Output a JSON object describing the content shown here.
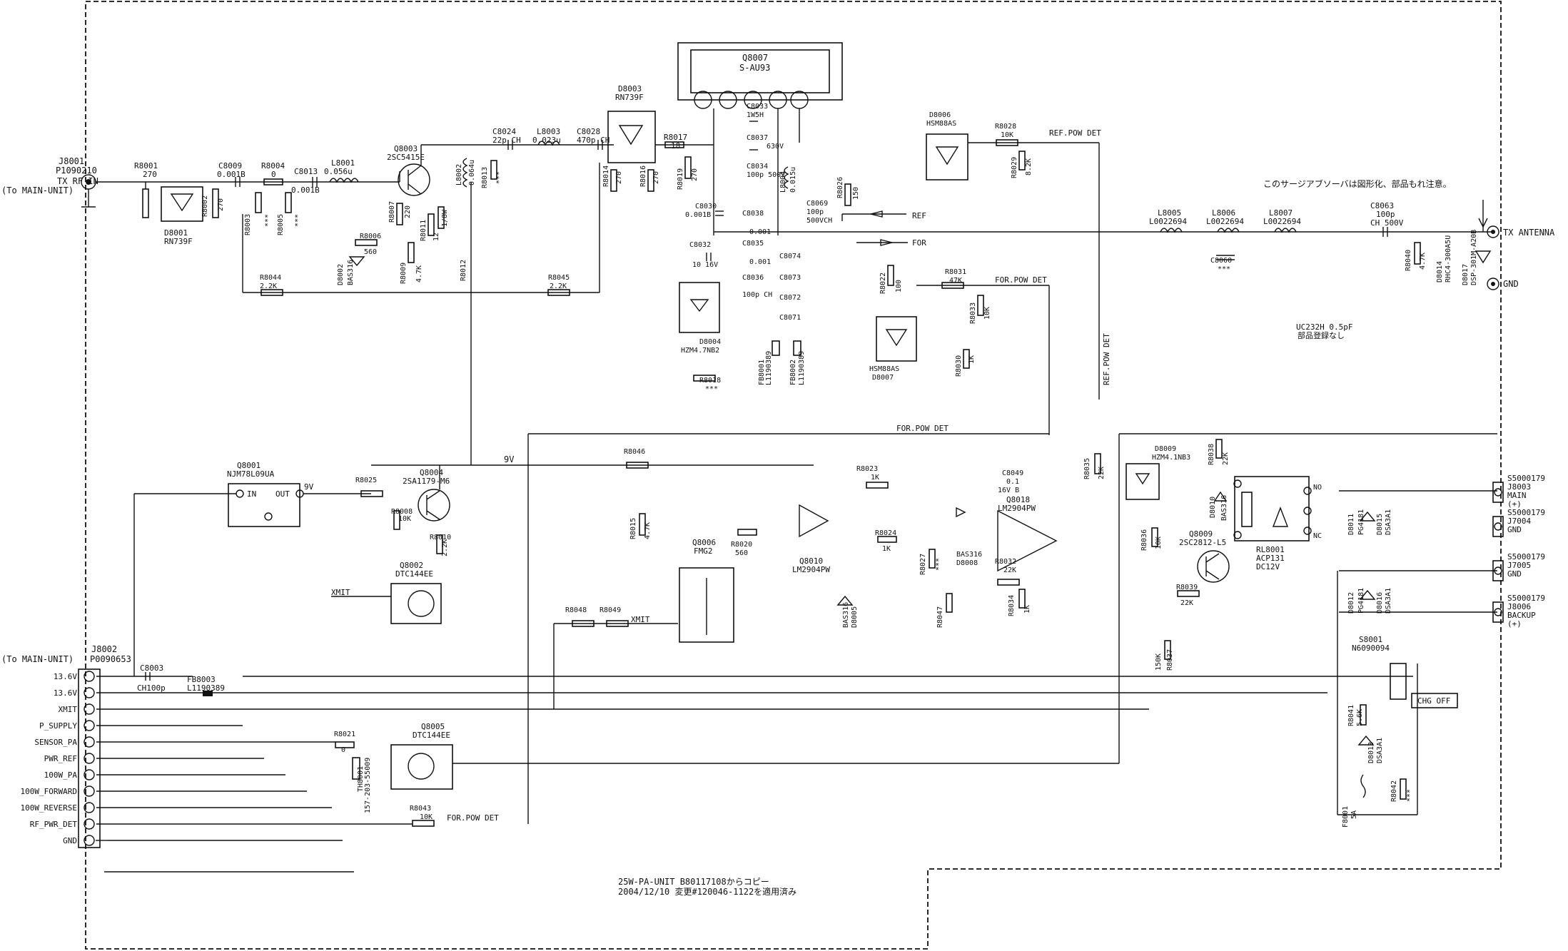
{
  "connectors": {
    "j8001": {
      "ref": "J8001",
      "part": "P1090210",
      "signal": "TX RF IN",
      "dest": "(To MAIN-UNIT)"
    },
    "j8002": {
      "ref": "J8002",
      "part": "P0090653",
      "dest": "(To MAIN-UNIT)"
    },
    "j8002_pins": [
      "13.6V",
      "13.6V",
      "XMIT",
      "P_SUPPLY",
      "SENSOR_PA",
      "PWR_REF",
      "100W_PA",
      "100W_FORWARD",
      "100W_REVERSE",
      "RF_PWR_DET",
      "GND"
    ],
    "tx_antenna": "TX ANTENNA",
    "gnd": "GND",
    "outputs": [
      {
        "part": "S5000179",
        "ref": "J8003",
        "label": "MAIN",
        "sub": "(+)"
      },
      {
        "part": "S5000179",
        "ref": "J7004",
        "label": "GND",
        "sub": ""
      },
      {
        "part": "S5000179",
        "ref": "J7005",
        "label": "GND",
        "sub": ""
      },
      {
        "part": "S5000179",
        "ref": "J8006",
        "label": "BACKUP",
        "sub": "(+)"
      }
    ]
  },
  "modules": {
    "q8007": {
      "ref": "Q8007",
      "part": "S-AU93"
    },
    "q8001": {
      "ref": "Q8001",
      "part": "NJM78L09UA",
      "pin_in": "IN",
      "pin_out": "OUT"
    },
    "q8003": {
      "ref": "Q8003",
      "part": "2SC5415E"
    },
    "q8004": {
      "ref": "Q8004",
      "part": "2SA1179-M6"
    },
    "q8002": {
      "ref": "Q8002",
      "part": "DTC144EE"
    },
    "q8005": {
      "ref": "Q8005",
      "part": "DTC144EE"
    },
    "q8006": {
      "ref": "Q8006",
      "part": "FMG2"
    },
    "q8010": {
      "ref": "Q8010",
      "part": "LM2904PW"
    },
    "q8018": {
      "ref": "Q8018",
      "part": "LM2904PW"
    },
    "q8009": {
      "ref": "Q8009",
      "part": "2SC2812-L5"
    },
    "d8001": {
      "ref": "D8001",
      "part": "RN739F"
    },
    "d8003": {
      "ref": "D8003",
      "part": "RN739F"
    },
    "d8006": {
      "ref": "D8006",
      "part": "HSM88AS"
    },
    "d8007": {
      "ref": "D8007",
      "part": "HSM88AS"
    },
    "d8004": {
      "ref": "D8004",
      "part": "HZM4.7NB2"
    },
    "d8009": {
      "ref": "D8009",
      "part": "HZM4.1NB3"
    },
    "rl8001": {
      "ref": "RL8001",
      "part": "ACP131",
      "extra": "DC12V",
      "no": "NO",
      "nc": "NC"
    },
    "s8001": {
      "ref": "S8001",
      "part": "N6090094",
      "button": "CHG OFF"
    },
    "f8001": {
      "ref": "F8001",
      "part": "5A"
    }
  },
  "nets": {
    "v9": "9V",
    "xmit": "XMIT",
    "ref_pow_det": "REF.POW DET",
    "for_pow_det": "FOR.POW DET",
    "ref": "REF",
    "for": "FOR",
    "for_pow_det2": "FOR.POW DET",
    "for_pow_det3": "FOR.POW DET",
    "for_pow_det4": "FOR.POW DET",
    "ref_pow_det_v": "REF.POW DET"
  },
  "parts": {
    "r8001": "R8001",
    "r8001v": "270",
    "r8002": "R8002",
    "r8002v": "270",
    "r8003": "R8003",
    "r8003v": "***",
    "r8004": "R8004",
    "r8004v": "0",
    "r8005": "R8005",
    "r8005v": "***",
    "r8006": "R8006",
    "r8006v": "560",
    "r8007": "R8007",
    "r8007v": "220",
    "r8008": "R8008",
    "r8008v": "10K",
    "r8009": "R8009",
    "r8009v": "4.7K",
    "r8010": "R8010",
    "r8010v": "2.2K",
    "r8011": "R8011",
    "r8011v": "12",
    "r8012": "R8012",
    "r8012v": "1/8W",
    "r8013": "R8013",
    "r8013v": "***",
    "r8014": "R8014",
    "r8014v": "270",
    "r8015": "R8015",
    "r8015v": "4.7K",
    "r8016": "R8016",
    "r8016v": "270",
    "r8017": "R8017",
    "r8017v": "18",
    "r8018": "R8018",
    "r8018v": "***",
    "r8019": "R8019",
    "r8019v": "270",
    "r8020": "R8020",
    "r8020v": "560",
    "r8021": "R8021",
    "r8021v": "0",
    "r8022": "R8022",
    "r8022v": "100",
    "r8023": "R8023",
    "r8023v": "1K",
    "r8024": "R8024",
    "r8024v": "1K",
    "r8025": "R8025",
    "r8026": "R8026",
    "r8026v": "150",
    "r8027": "R8027",
    "r8027v": "***",
    "r8028": "R8028",
    "r8028v": "10K",
    "r8029": "R8029",
    "r8029v": "8.2K",
    "r8030": "R8030",
    "r8030v": "1K",
    "r8031": "R8031",
    "r8031v": "47K",
    "r8032": "R8032",
    "r8032v": "22K",
    "r8033": "R8033",
    "r8033v": "10K",
    "r8034": "R8034",
    "r8034v": "1K",
    "r8035": "R8035",
    "r8035v": "22K",
    "r8036": "R8036",
    "r8036v": "10K",
    "r8037": "R8037",
    "r8037v": "150K",
    "r8038": "R8038",
    "r8038v": "22K",
    "r8039": "R8039",
    "r8039v": "22K",
    "r8040": "R8040",
    "r8040v": "4.7K",
    "r8041": "R8041",
    "r8041v": "5.6K",
    "r8042": "R8042",
    "r8042v": "***",
    "r8043": "R8043",
    "r8043v": "10K",
    "r8044": "R8044",
    "r8044v": "2.2K",
    "r8045": "R8045",
    "r8045v": "2.2K",
    "r8046": "R8046",
    "r8047": "R8047",
    "r8048": "R8048",
    "r8049": "R8049",
    "l8001": "L8001",
    "l8001v": "0.056u",
    "l8002": "L8002",
    "l8002v": "0.064u",
    "l8003": "L8003",
    "l8003v": "0.023u",
    "l8004": "L8004",
    "l8004v": "0.015u",
    "l8005": "L8005",
    "l8005v": "L0022694",
    "l8006": "L8006",
    "l8006v": "L0022694",
    "l8007": "L8007",
    "l8007v": "L0022694",
    "c8003": "C8003",
    "c8003v": "CH100p",
    "c8009": "C8009",
    "c8009v": "0.001B",
    "c8013": "C8013",
    "c8013v": "0.001B",
    "c8024": "C8024",
    "c8024v": "22p CH",
    "c8028": "C8028",
    "c8028v": "470p CH",
    "c8063": "C8063",
    "c8063v": "100p",
    "c8063t": "CH 500V",
    "c8069": "C8069",
    "c8069v": "100p",
    "c8069t": "500VCH",
    "c8049": "C8049",
    "c8049v": "0.1",
    "c8049t": "16V B",
    "c8060": "C8060",
    "c8060v": "***",
    "c8032": "C8032",
    "c8032v": "10 16V",
    "c8074": "C8074",
    "c8073": "C8073",
    "c8072": "C8072",
    "c8071": "C8071",
    "c8030": "C8030",
    "c8030v": "0.001B",
    "c8038": "C8038",
    "c8038v": "0.001",
    "c8035": "C8035",
    "c8035v": "0.001",
    "c8036": "C8036",
    "c8036v": "100p CH",
    "c8037": "C8037",
    "c8037v": "630V",
    "c8034": "C8034",
    "c8034v": "100p 500V",
    "c8033": "C8033",
    "c8033v": "1W5H",
    "fb8001": "FB8001",
    "fb8001v": "L1190389",
    "fb8002": "FB8002",
    "fb8002v": "L1190389",
    "fb8003": "FB8003",
    "fb8003v": "L1190389",
    "th8001": "TH8001",
    "th8001v": "157-203-55009",
    "d8002": "D8002",
    "d8002v": "BAS316",
    "d8005": "D8005",
    "d8005v": "BAS316",
    "d8008": "D8008",
    "d8008v": "BAS316",
    "d8010": "D8010",
    "d8010v": "BAS316",
    "d8011": "D8011",
    "d8011v": "PG4181",
    "d8012": "D8012",
    "d8012v": "PG4181",
    "d8013": "D8013",
    "d8013v": "DSA3A1",
    "d8014": "D8014",
    "d8014v": "RHC4-300A5U",
    "d8015": "D8015",
    "d8015v": "DSA3A1",
    "d8016": "D8016",
    "d8016v": "DSA3A1",
    "d8017": "D8017",
    "d8017v": "DSP-301M-A20B"
  },
  "notes": {
    "surge": "このサージアブソーバは図形化、部品もれ注意。",
    "uc": "UC232H 0.5pF",
    "uc2": "部品登録なし",
    "footer1": "25W-PA-UNIT B80117108からコピー",
    "footer2": "2004/12/10  変更#120046-1122を適用済み"
  }
}
